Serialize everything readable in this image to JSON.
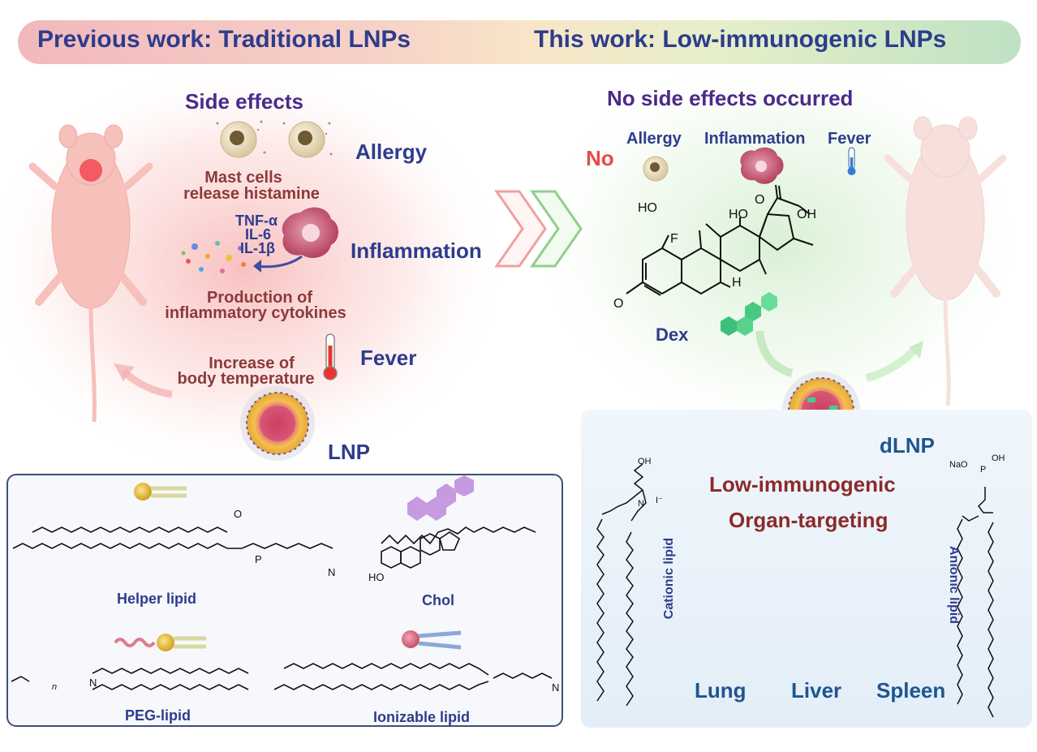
{
  "banner": {
    "left_title": "Previous work: Traditional LNPs",
    "right_title": "This work: Low-immunogenic LNPs"
  },
  "left": {
    "heading": "Side effects",
    "allergy": "Allergy",
    "mast_cells_line1": "Mast cells",
    "mast_cells_line2": "release histamine",
    "cytokine1": "TNF-α",
    "cytokine2": "IL-6",
    "cytokine3": "IL-1β",
    "inflammation": "Inflammation",
    "production_line1": "Production of",
    "production_line2": "inflammatory cytokines",
    "fever": "Fever",
    "temp_line1": "Increase of",
    "temp_line2": "body temperature",
    "lnp": "LNP"
  },
  "right": {
    "heading": "No side effects occurred",
    "no": "No",
    "allergy": "Allergy",
    "inflammation": "Inflammation",
    "fever": "Fever",
    "dex": "Dex",
    "dlnp": "dLNP",
    "low_immunogenic": "Low-immunogenic",
    "organ_targeting": "Organ-targeting",
    "lung": "Lung",
    "liver": "Liver",
    "spleen": "Spleen",
    "cationic_lipid": "Cationic lipid",
    "anionic_lipid": "Anionic lipid"
  },
  "lipids": {
    "helper": "Helper lipid",
    "chol": "Chol",
    "peg": "PEG-lipid",
    "ionizable": "Ionizable lipid"
  },
  "chem_labels": {
    "ho": "HO",
    "oh": "OH",
    "o": "O",
    "f": "F",
    "h": "H",
    "n": "N",
    "p": "P",
    "iodide": "I⁻",
    "nao": "NaO",
    "n_sub": "n",
    "minus": "−",
    "plus": "+"
  },
  "colors": {
    "title_blue": "#2d3c8c",
    "text_brown": "#8b3a3a",
    "heading_purple": "#4b2a8a",
    "no_red": "#e84a4a",
    "organ_text": "#1f5590",
    "organ_heading": "#8b2a2a"
  }
}
